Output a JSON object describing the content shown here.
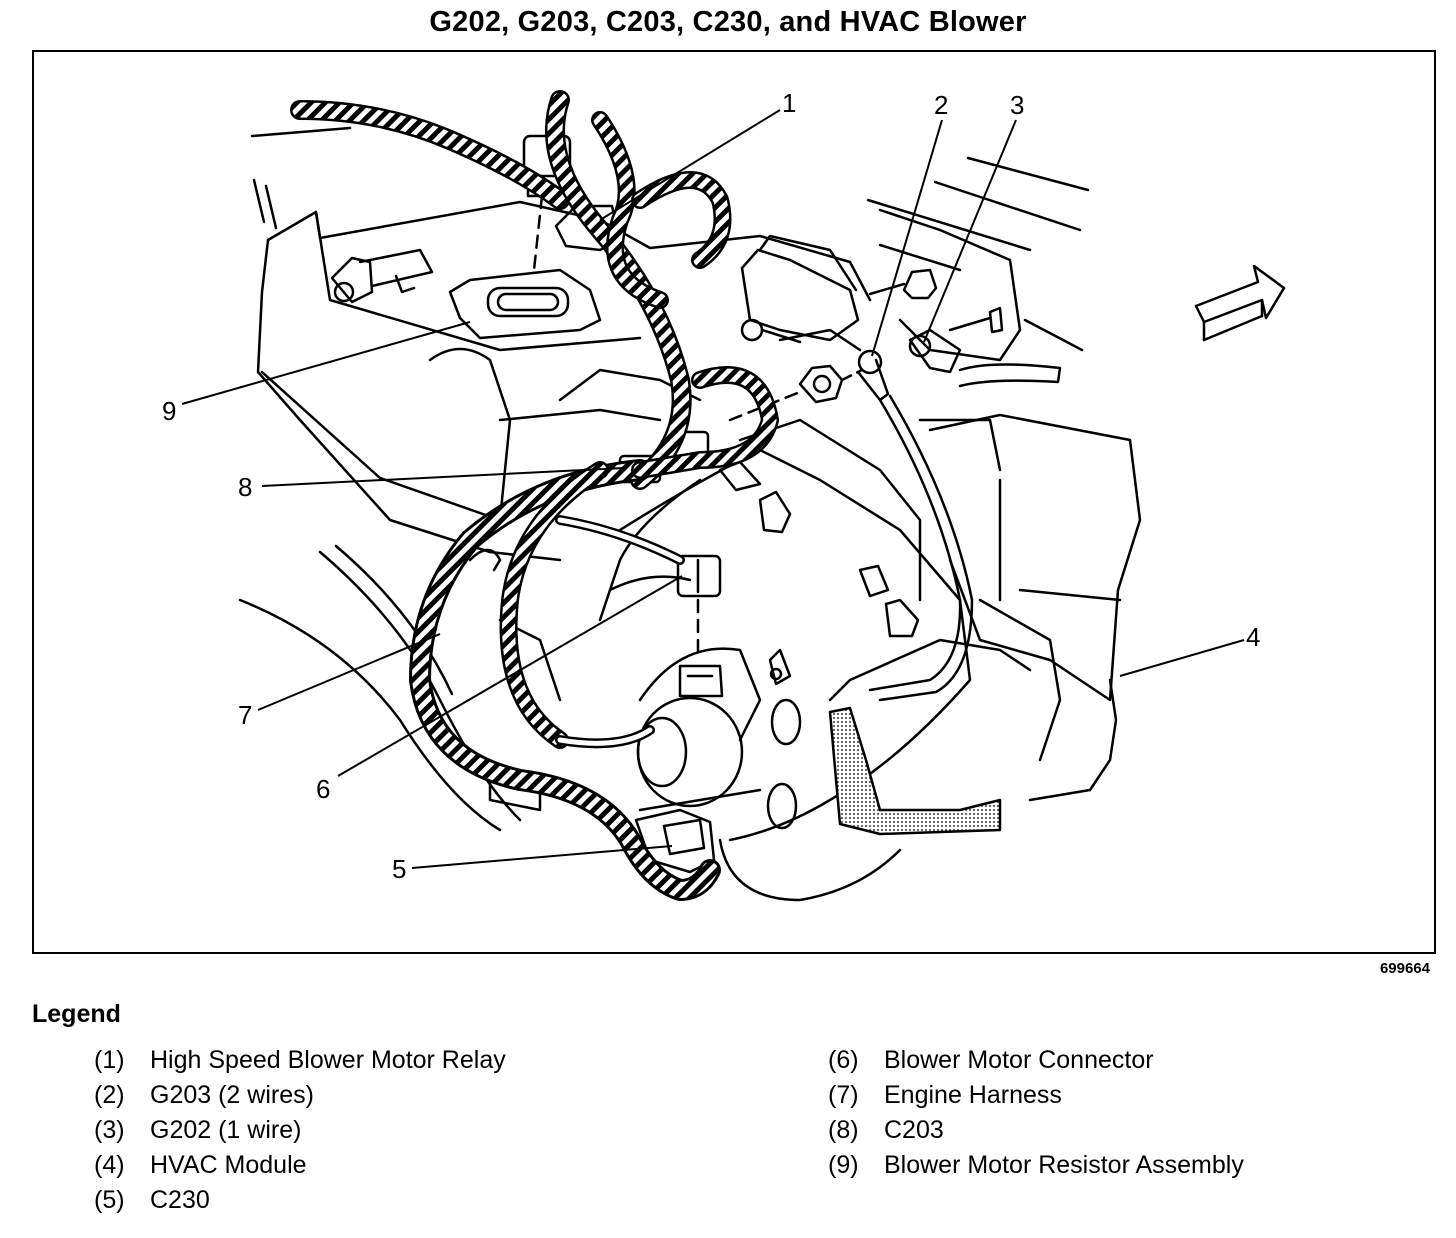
{
  "title": "G202, G203, C203, C230, and HVAC Blower",
  "figure_id": "699664",
  "legend": {
    "heading": "Legend",
    "items": [
      {
        "num": "(1)",
        "label": "High Speed Blower Motor Relay"
      },
      {
        "num": "(2)",
        "label": "G203 (2 wires)"
      },
      {
        "num": "(3)",
        "label": "G202 (1 wire)"
      },
      {
        "num": "(4)",
        "label": "HVAC Module"
      },
      {
        "num": "(5)",
        "label": "C230"
      },
      {
        "num": "(6)",
        "label": "Blower Motor Connector"
      },
      {
        "num": "(7)",
        "label": "Engine Harness"
      },
      {
        "num": "(8)",
        "label": "C203"
      },
      {
        "num": "(9)",
        "label": "Blower Motor Resistor Assembly"
      }
    ]
  },
  "callouts": [
    "1",
    "2",
    "3",
    "4",
    "5",
    "6",
    "7",
    "8",
    "9"
  ]
}
